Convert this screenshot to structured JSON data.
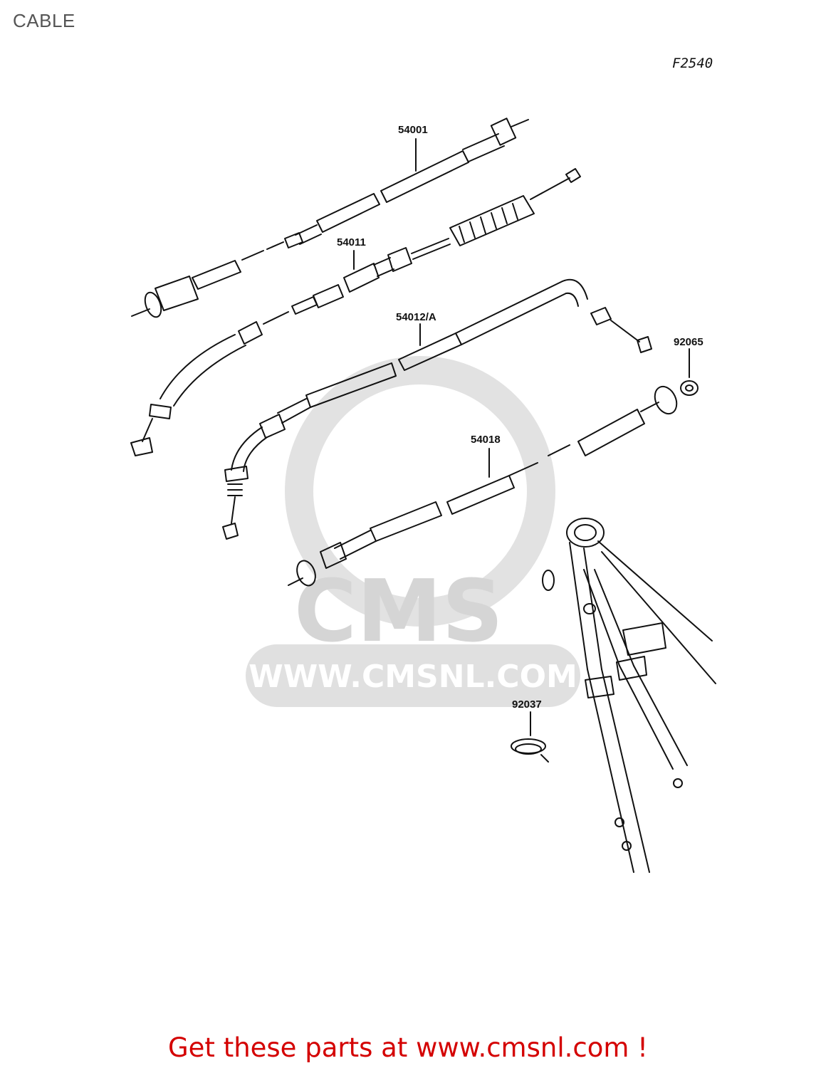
{
  "page": {
    "title": "CABLE",
    "figure_code": "F2540"
  },
  "parts": {
    "p54001": "54001",
    "p54011": "54011",
    "p54012": "54012/A",
    "p92065": "92065",
    "p54018": "54018",
    "p92037": "92037"
  },
  "watermark": {
    "brand": "CMS",
    "url": "WWW.CMSNL.COM"
  },
  "footer": {
    "cta": "Get these parts at www.cmsnl.com !"
  },
  "colors": {
    "cta": "#d40000",
    "watermark": "#d9d9d9",
    "line": "#111111"
  }
}
